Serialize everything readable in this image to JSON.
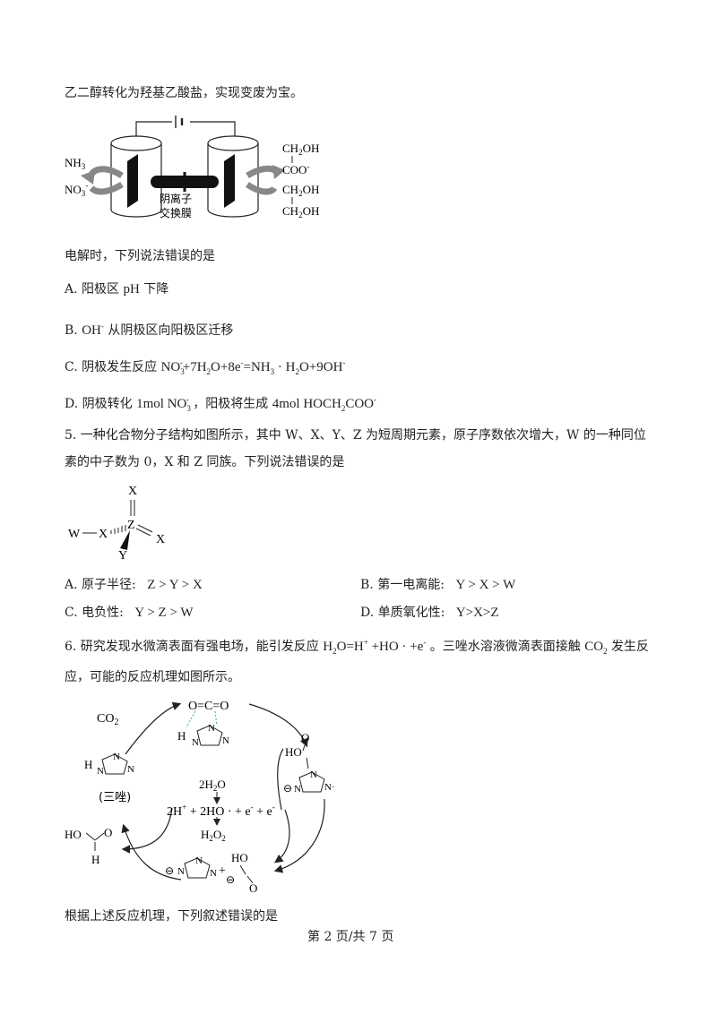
{
  "intro_line": "乙二醇转化为羟基乙酸盐，实现变废为宝。",
  "cell": {
    "left_products": [
      "NH3",
      "NO3-"
    ],
    "right_products": [
      "CH2OH",
      "COO-",
      "CH2OH",
      "CH2OH"
    ],
    "membrane_label": [
      "阴离子",
      "交换膜"
    ]
  },
  "q4": {
    "stem": "电解时，下列说法错误的是",
    "A": {
      "pre": "A. 阳极区",
      "formula": "pH",
      "post": "下降"
    },
    "B": {
      "pre": "B. ",
      "formula": "OH-",
      "post": "从阴极区向阳极区迁移"
    },
    "C": {
      "pre": "C. 阴极发生反应",
      "formula": "NO3-+7H2O+8e- =NH3·H2O+9OH-"
    },
    "D": {
      "pre": "D. 阴极转化",
      "f1": "1mol NO3-",
      "mid": "，阳极将生成",
      "f2": "4mol HOCH2COO-"
    }
  },
  "q5": {
    "stem1": "5. 一种化合物分子结构如图所示，其中 W、X、Y、Z 为短周期元素，原子序数依次增大，W 的一种同位",
    "stem2": "素的中子数为 0，X 和 Z 同族。下列说法错误的是",
    "atoms": {
      "w": "W",
      "x": "X",
      "z": "Z",
      "y": "Y",
      "xt": "X",
      "xr": "X"
    },
    "A": {
      "label": "A. 原子半径:",
      "formula": "Z > Y > X"
    },
    "B": {
      "label": "B. 第一电离能:",
      "formula": "Y > X > W"
    },
    "C": {
      "label": "C. 电负性:",
      "formula": "Y > Z > W"
    },
    "D": {
      "label": "D. 单质氧化性:",
      "formula": "Y>X>Z"
    }
  },
  "q6": {
    "stem1a": "6. 研究发现水微滴表面有强电场，能引发反应",
    "eq": "H2O=H+ +HO·+e-",
    "stem1b": "。三唑水溶液微滴表面接触",
    "co2": "CO2",
    "stem1c": "发生反",
    "stem2": "应，可能的反应机理如图所示。",
    "diagram": {
      "co2": "CO2",
      "triazole_name": "(三唑)",
      "center_top": "2H2O",
      "center_mid": "2H+ + 2HO· + e- + e-",
      "center_bottom": "H2O2"
    },
    "stem3": "根据上述反应机理，下列叙述错误的是"
  },
  "footer": "第 2 页/共 7 页"
}
